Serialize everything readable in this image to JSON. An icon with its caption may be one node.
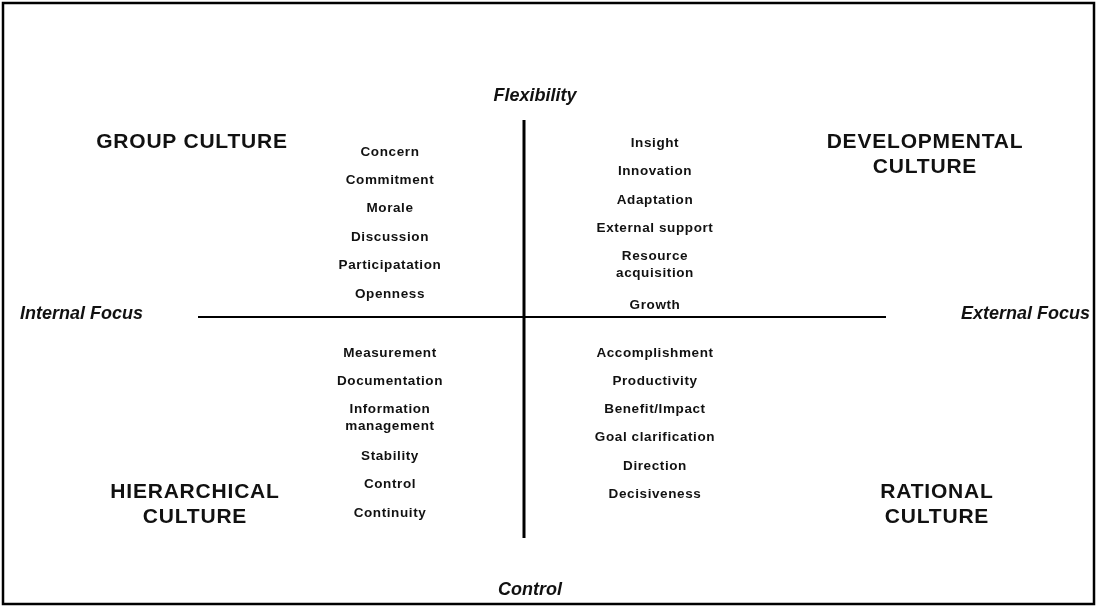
{
  "diagram": {
    "labels": [
      "Flexibility",
      "GROUP CULTURE",
      "Concern",
      "Commitment",
      "Morale",
      "Discussion",
      "Participatation",
      "Openness",
      "Insight",
      "Innovation",
      "Adaptation",
      "External support",
      "Resource acquisition",
      "Growth",
      "DEVELOPMENTAL CULTURE",
      "Internal Focus",
      "External Focus",
      "Measurement",
      "Documentation",
      "Information management",
      "Stability",
      "Control",
      "Continuity",
      "Accomplishment",
      "Productivity",
      "Benefit/Impact",
      "Goal clarification",
      "Direction",
      "Decisiveness",
      "HIERARCHICAL CULTURE",
      "RATIONAL CULTURE",
      "Control"
    ]
  }
}
